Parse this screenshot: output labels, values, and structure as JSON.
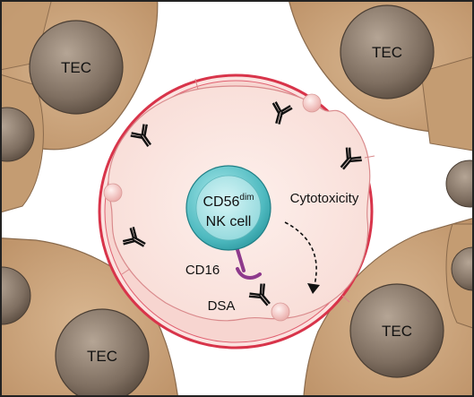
{
  "labels": {
    "tec": "TEC",
    "nk_line1_prefix": "CD56",
    "nk_line1_superscript": "dim",
    "nk_line2": "NK cell",
    "cytotoxicity": "Cytotoxicity",
    "cd16": "CD16",
    "dsa": "DSA"
  },
  "colors": {
    "tec_cytoplasm": "#c9a27a",
    "tec_nucleus": "#7a6a5c",
    "capillary_wall": "#d8344a",
    "capillary_lumen": "#fbe9e3",
    "endothelium": "#f3c9c4",
    "nk_cell": "#5cc3c8",
    "nk_nucleus": "#8fd9dc",
    "cd16": "#8e3a8c"
  },
  "icons": {
    "antibody": "y-shaped-antibody-icon",
    "arrow": "dashed-curved-arrow-icon"
  }
}
